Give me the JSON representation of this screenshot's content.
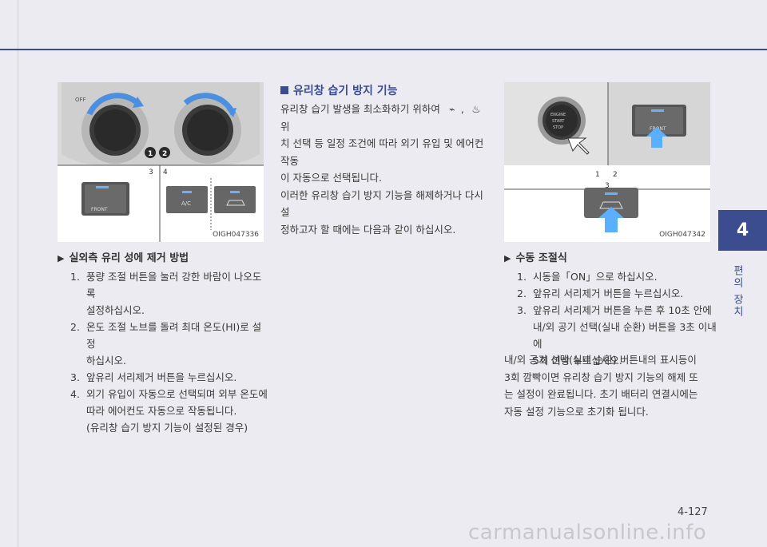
{
  "page_number": "4-127",
  "chapter": {
    "number": "4",
    "label": "편의 장치"
  },
  "watermark": "carmanualsonline.info",
  "figure_left": {
    "code": "OIGH047336",
    "callouts": [
      "1",
      "2",
      "3",
      "4"
    ],
    "knob_label": "OFF",
    "button_labels": [
      "FRONT",
      "A/C"
    ]
  },
  "figure_right": {
    "code": "OIGH047342",
    "callouts": [
      "1",
      "2",
      "3"
    ],
    "start_button": [
      "ENGINE",
      "START",
      "STOP"
    ],
    "button_label": "FRONT"
  },
  "section_left": {
    "heading": "실외측 유리 성에 제거 방법",
    "items": [
      {
        "num": "1.",
        "lines": [
          "풍량 조절 버튼을 눌러 강한 바람이 나오도록",
          "설정하십시오."
        ]
      },
      {
        "num": "2.",
        "lines": [
          "온도 조절 노브를 돌려 최대 온도(HI)로 설정",
          "하십시오."
        ]
      },
      {
        "num": "3.",
        "lines": [
          "앞유리 서리제거 버튼을 누르십시오."
        ]
      },
      {
        "num": "4.",
        "lines": [
          "외기 유입이 자동으로 선택되며 외부 온도에",
          "따라 에어컨도 자동으로 작동됩니다.",
          "(유리창 습기 방지 기능이 설정된 경우)"
        ]
      }
    ]
  },
  "section_middle": {
    "title": "유리창 습기 방지 기능",
    "para1": [
      "유리창 습기 발생을 최소화하기 위하여",
      ",",
      "위",
      "치 선택 등 일정 조건에 따라 외기 유입 및 에어컨 작동",
      "이 자동으로 선택됩니다."
    ],
    "para2": [
      "이러한 유리창 습기 방지 기능을 해제하거나 다시 설",
      "정하고자 할 때에는 다음과 같이 하십시오."
    ]
  },
  "section_right": {
    "heading": "수동 조절식",
    "items": [
      {
        "num": "1.",
        "lines": [
          "시동을「ON」으로 하십시오."
        ]
      },
      {
        "num": "2.",
        "lines": [
          "앞유리 서리제거 버튼을 누르십시오."
        ]
      },
      {
        "num": "3.",
        "lines": [
          "앞유리 서리제거 버튼을 누른 후 10초 안에",
          "내/외 공기 선택(실내 순환) 버튼을 3초 이내에",
          "5회 이상 누르십시오."
        ]
      }
    ],
    "note": [
      "내/외 공기 선택(실내 순환) 버튼내의 표시등이",
      "3회 깜빡이면 유리창 습기 방지 기능의 해제 또",
      "는 설정이 완료됩니다. 초기 배터리 연결시에는",
      "자동 설정 기능으로 초기화 됩니다."
    ]
  }
}
